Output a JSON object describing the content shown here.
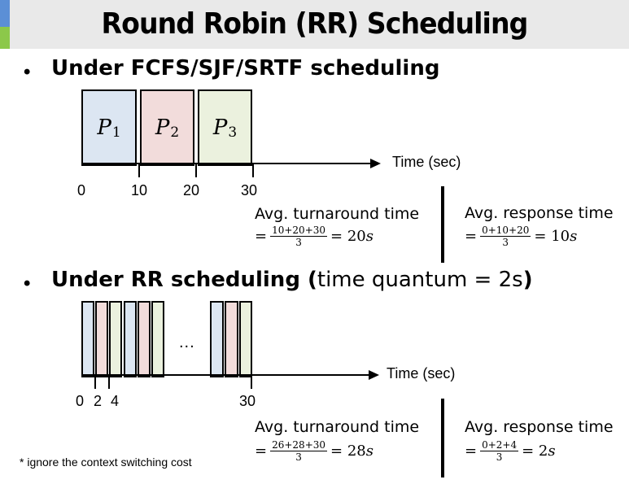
{
  "title": "Round Robin (RR) Scheduling",
  "colors": {
    "accent_top": "#5b8fd6",
    "accent_bottom": "#8cc84a",
    "p1_fill": "#dce6f2",
    "p2_fill": "#f2dcdb",
    "p3_fill": "#ebf1de"
  },
  "section1": {
    "bullet": "•",
    "heading": "Under FCFS/SJF/SRTF scheduling",
    "blocks": [
      {
        "name": "P",
        "sub": "1"
      },
      {
        "name": "P",
        "sub": "2"
      },
      {
        "name": "P",
        "sub": "3"
      }
    ],
    "time_label": "Time (sec)",
    "ticks": [
      "0",
      "10",
      "20",
      "30"
    ],
    "turnaround": {
      "heading": "Avg. turnaround time",
      "eq": "=",
      "numerator": "10+20+30",
      "denominator": "3",
      "result_prefix": "= 20",
      "result_unit": "s"
    },
    "response": {
      "heading": "Avg. response time",
      "eq": "=",
      "numerator": "0+10+20",
      "denominator": "3",
      "result_prefix": "= 10",
      "result_unit": "s"
    }
  },
  "section2": {
    "bullet": "•",
    "heading_bold": "Under RR scheduling (",
    "heading_normal": "time quantum = 2s",
    "heading_close": ")",
    "ellipsis": "...",
    "time_label": "Time (sec)",
    "ticks": [
      "0",
      "2",
      "4",
      "30"
    ],
    "turnaround": {
      "heading": "Avg. turnaround time",
      "eq": "=",
      "numerator": "26+28+30",
      "denominator": "3",
      "result_prefix": "= 28",
      "result_unit": "s"
    },
    "response": {
      "heading": "Avg. response time",
      "eq": "=",
      "numerator": "0+2+4",
      "denominator": "3",
      "result_prefix": "= 2",
      "result_unit": "s"
    }
  },
  "footnote": "* ignore the context switching cost"
}
